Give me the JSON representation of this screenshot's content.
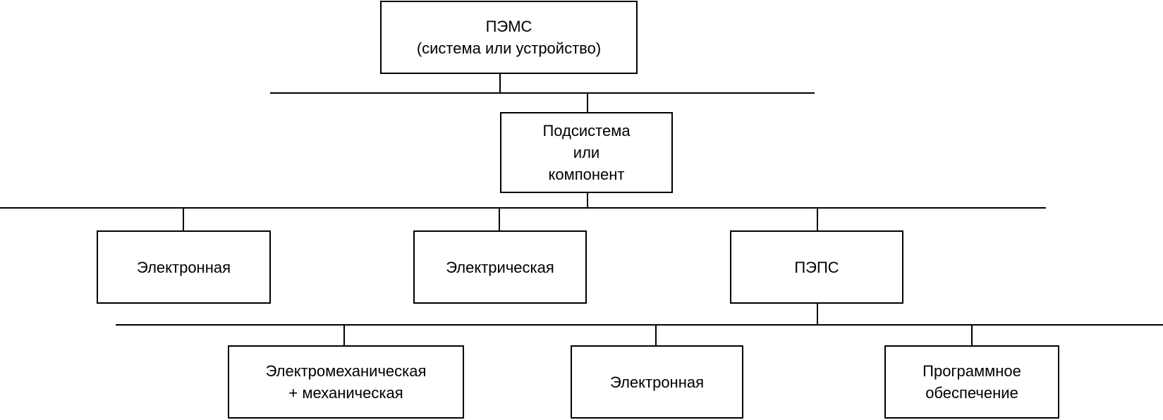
{
  "diagram": {
    "root": {
      "lines": [
        "ПЭМС",
        "(система или устройство)"
      ]
    },
    "subsystem": {
      "lines": [
        "Подсистема",
        "или",
        "компонент"
      ]
    },
    "level3": [
      {
        "lines": [
          "Электронная"
        ]
      },
      {
        "lines": [
          "Электрическая"
        ]
      },
      {
        "lines": [
          "ПЭПС"
        ]
      }
    ],
    "level4": [
      {
        "lines": [
          "Электромеханическая",
          "+ механическая"
        ]
      },
      {
        "lines": [
          "Электронная"
        ]
      },
      {
        "lines": [
          "Программное",
          "обеспечение"
        ]
      }
    ]
  }
}
